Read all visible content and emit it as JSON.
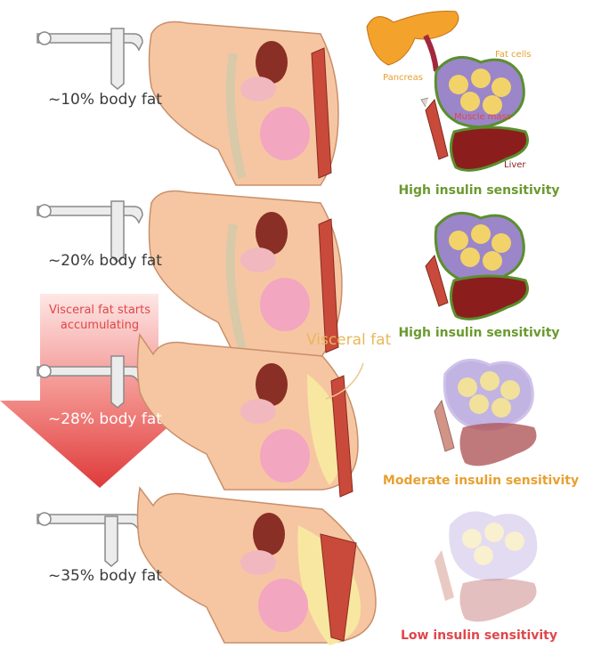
{
  "rows": [
    {
      "body_fat": "~10% body fat",
      "sensitivity": "High insulin sensitivity"
    },
    {
      "body_fat": "~20% body fat",
      "sensitivity": "High insulin sensitivity"
    },
    {
      "body_fat": "~28% body fat",
      "sensitivity": "Moderate insulin sensitivity"
    },
    {
      "body_fat": "~35% body fat",
      "sensitivity": "Low insulin sensitivity"
    }
  ],
  "organ_labels": {
    "pancreas": "Pancreas",
    "fat_cells": "Fat cells",
    "muscle_mass": "Muscle mass",
    "liver": "Liver"
  },
  "arrow_text": "Visceral fat starts accumulating",
  "visceral_fat_label": "Visceral fat",
  "colors": {
    "high": "#6a9a2e",
    "moderate": "#e8a030",
    "low": "#e0464a",
    "arrow": "#e04a4a",
    "skin": "#f6c6a2",
    "visceral_fat": "#f8e7a0"
  }
}
